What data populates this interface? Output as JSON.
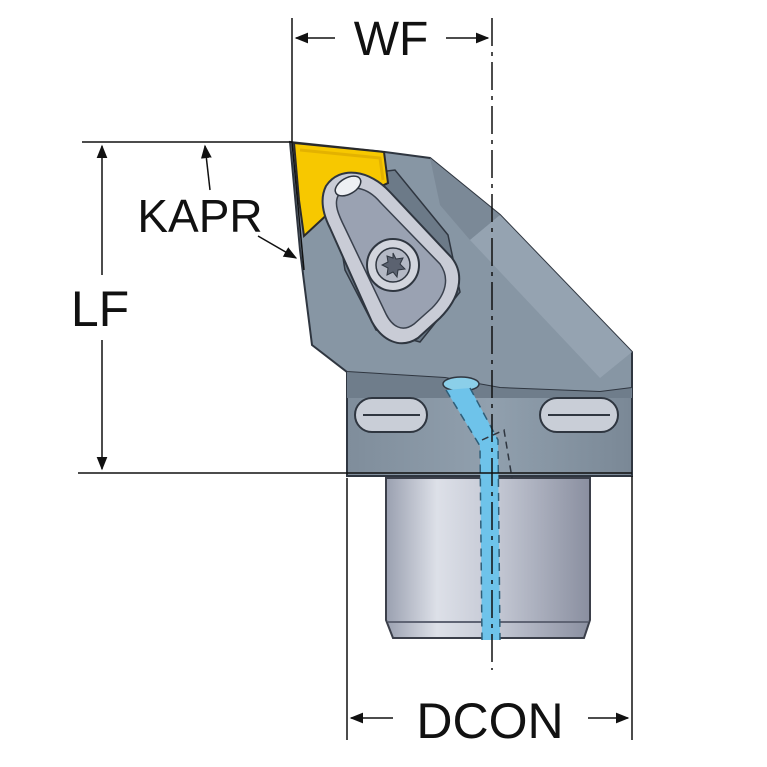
{
  "labels": {
    "wf": "WF",
    "kapr": "KAPR",
    "lf": "LF",
    "dcon": "DCON"
  },
  "colors": {
    "body_steel": "#8a98a6",
    "body_shadow": "#6e7c8a",
    "body_dark": "#5d6a77",
    "insert": "#f7c800",
    "coolant": "#6ec3ea",
    "coupling_light": "#d9dce4",
    "coupling_mid": "#aeb3c2",
    "coupling_dark": "#8c91a2",
    "line": "#111111"
  },
  "icons": {
    "clamp_screw": "torx-screw-icon",
    "slot_left": "coolant-slot-icon",
    "slot_right": "coolant-slot-icon"
  }
}
